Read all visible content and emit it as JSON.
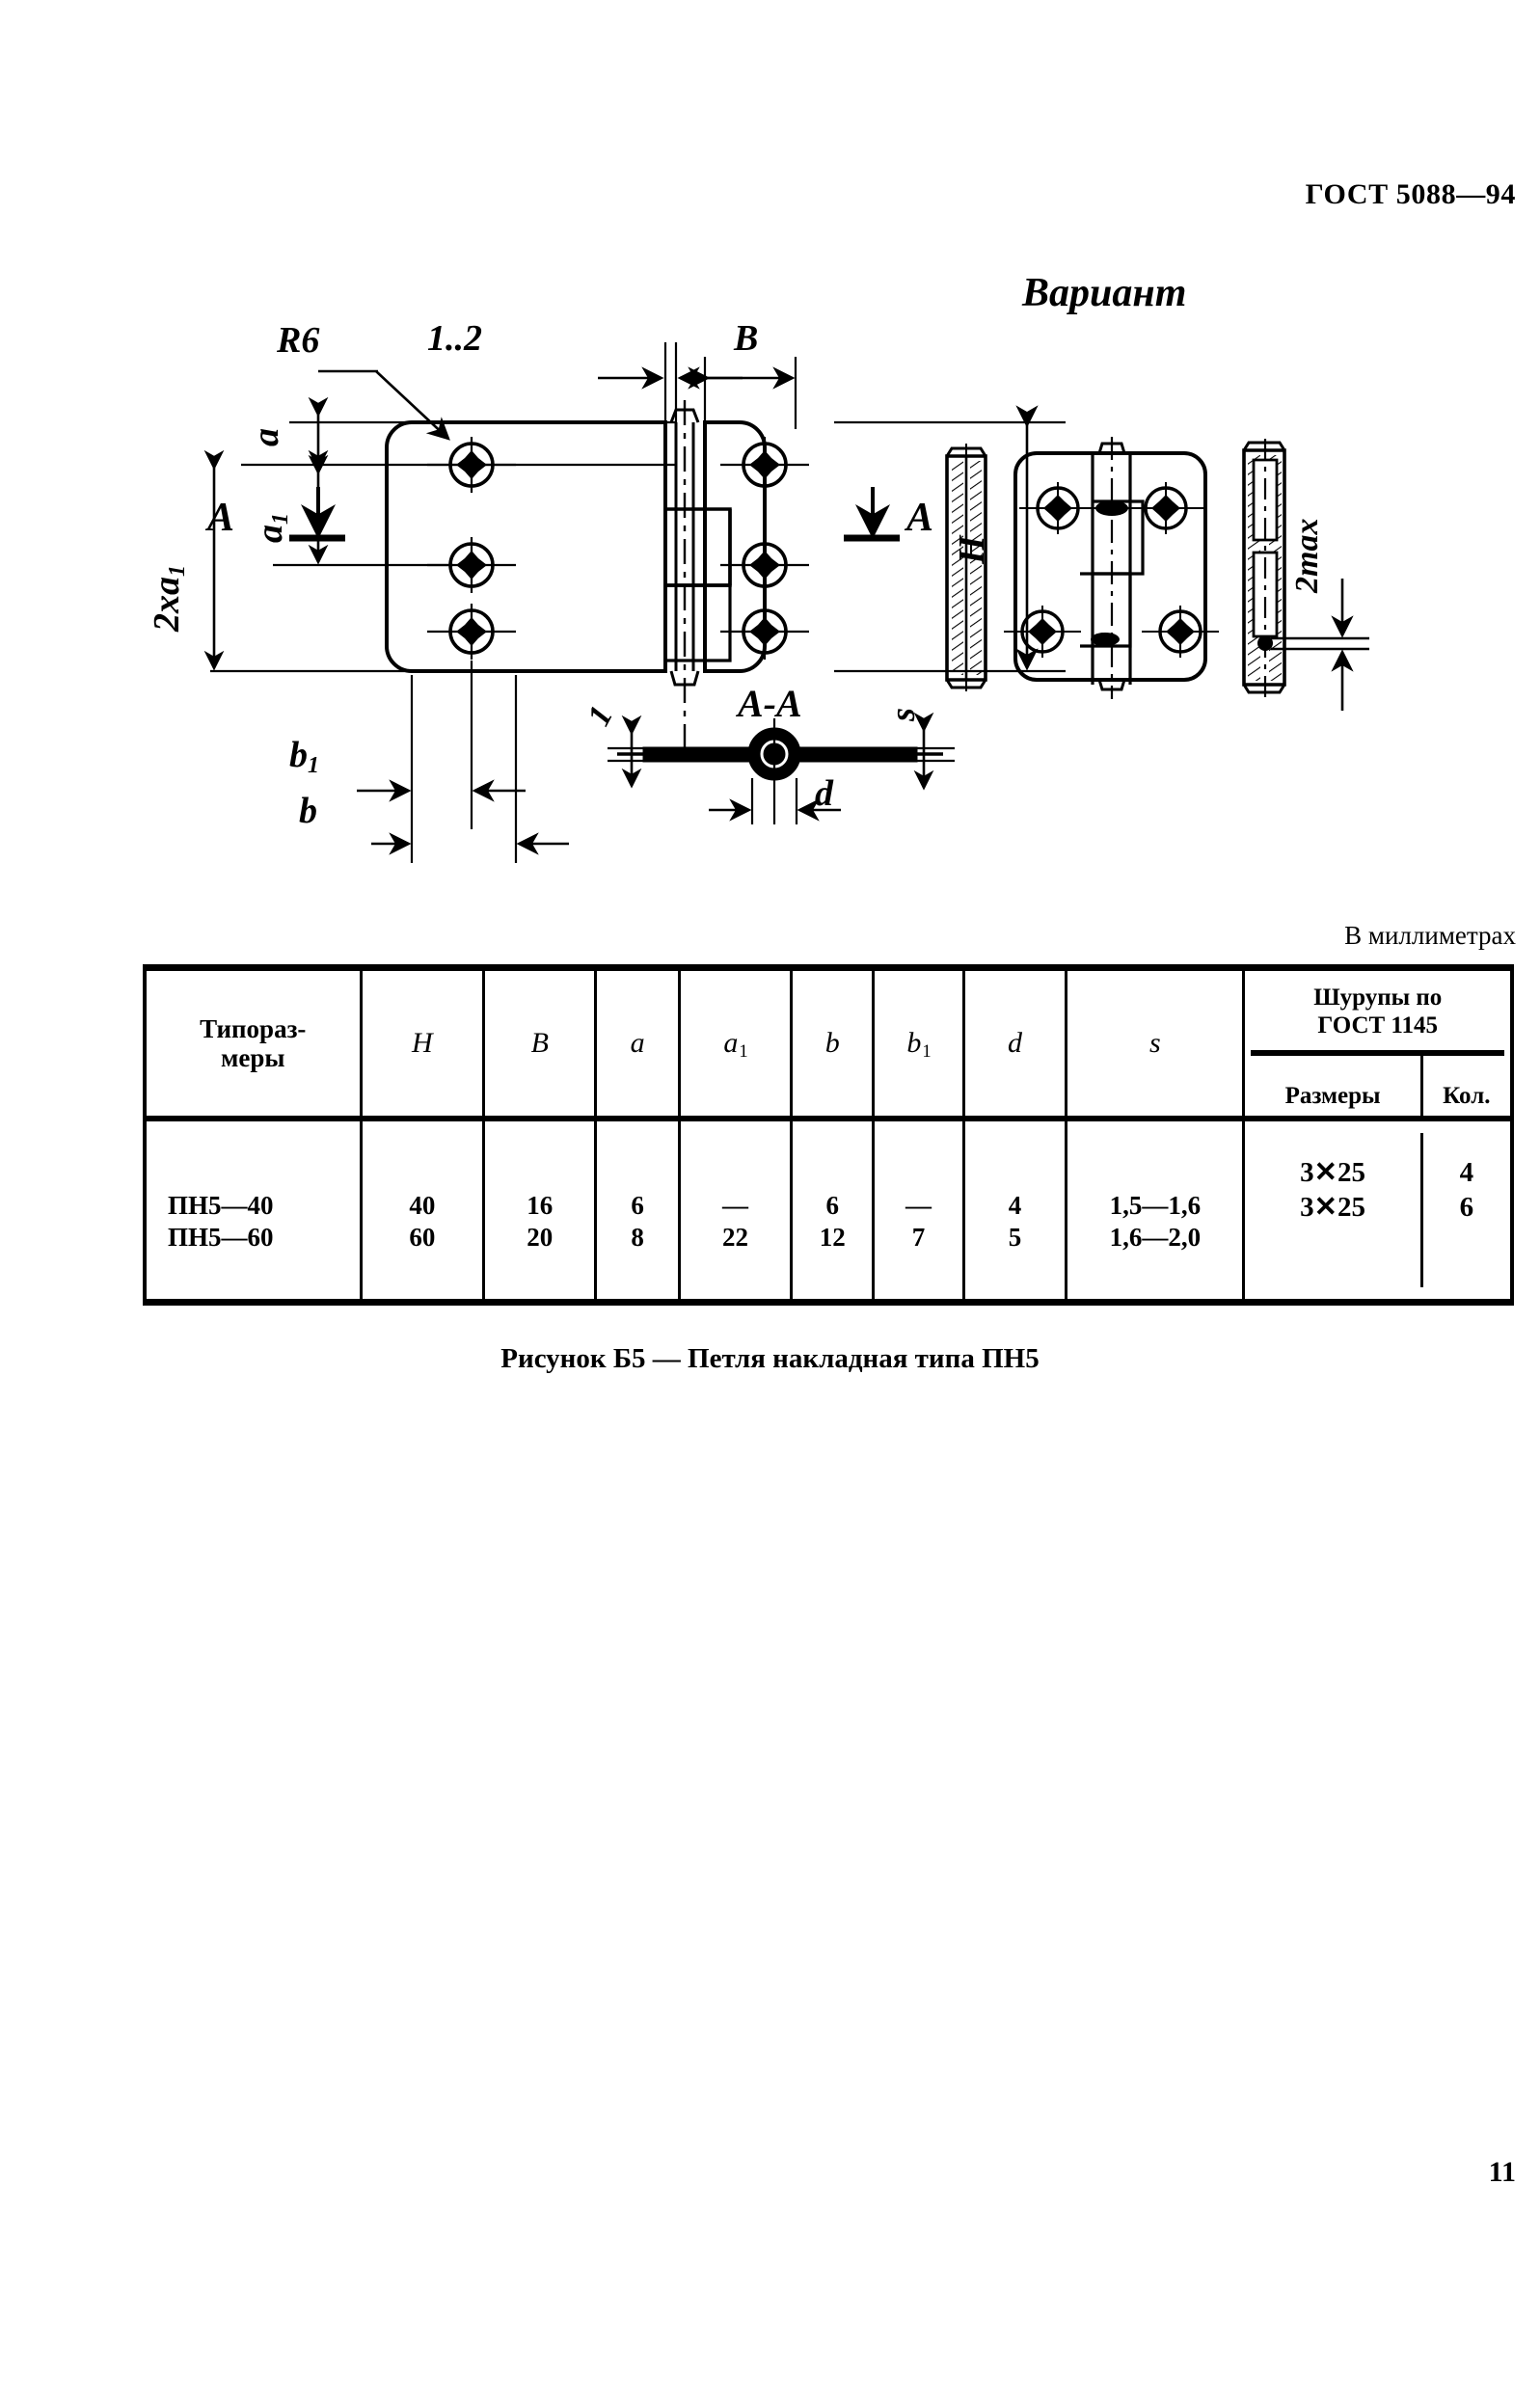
{
  "document": {
    "standard_header": "ГОСТ 5088—94",
    "page_number": "11",
    "units_note": "В миллиметрах",
    "figure_caption": "Рисунок Б5 — Петля накладная типа ПН5"
  },
  "drawing": {
    "variant_title": "Вариант",
    "section_title": "A-A",
    "section_marker_left": "A",
    "section_marker_right": "A",
    "labels": {
      "radius": "R6",
      "gap": "1..2",
      "width": "B",
      "height": "H",
      "edge_a": "a",
      "edge_a1": "a1",
      "pitch": "2xa1",
      "b1": "b1",
      "b": "b",
      "thickness_left": "1",
      "thickness_right": "s",
      "pin_dia": "d",
      "variant_gap": "2max"
    }
  },
  "table": {
    "headers": {
      "typesize": "Типораз-\nмеры",
      "typesize_line1": "Типораз-",
      "typesize_line2": "меры",
      "H": "H",
      "B": "B",
      "a": "a",
      "a1": "a",
      "a1_sub": "1",
      "b": "b",
      "b1": "b",
      "b1_sub": "1",
      "d": "d",
      "s": "s",
      "screws_title_line1": "Шурупы по",
      "screws_title_line2": "ГОСТ 1145",
      "screws_size": "Размеры",
      "screws_qty": "Кол."
    },
    "rows": [
      {
        "typesize": "ПН5—40",
        "H": "40",
        "B": "16",
        "a": "6",
        "a1": "—",
        "b": "6",
        "b1": "—",
        "d": "4",
        "s": "1,5—1,6",
        "screw_size": "3✕25",
        "screw_qty": "4"
      },
      {
        "typesize": "ПН5—60",
        "H": "60",
        "B": "20",
        "a": "8",
        "a1": "22",
        "b": "12",
        "b1": "7",
        "d": "5",
        "s": "1,6—2,0",
        "screw_size": "3✕25",
        "screw_qty": "6"
      }
    ]
  }
}
